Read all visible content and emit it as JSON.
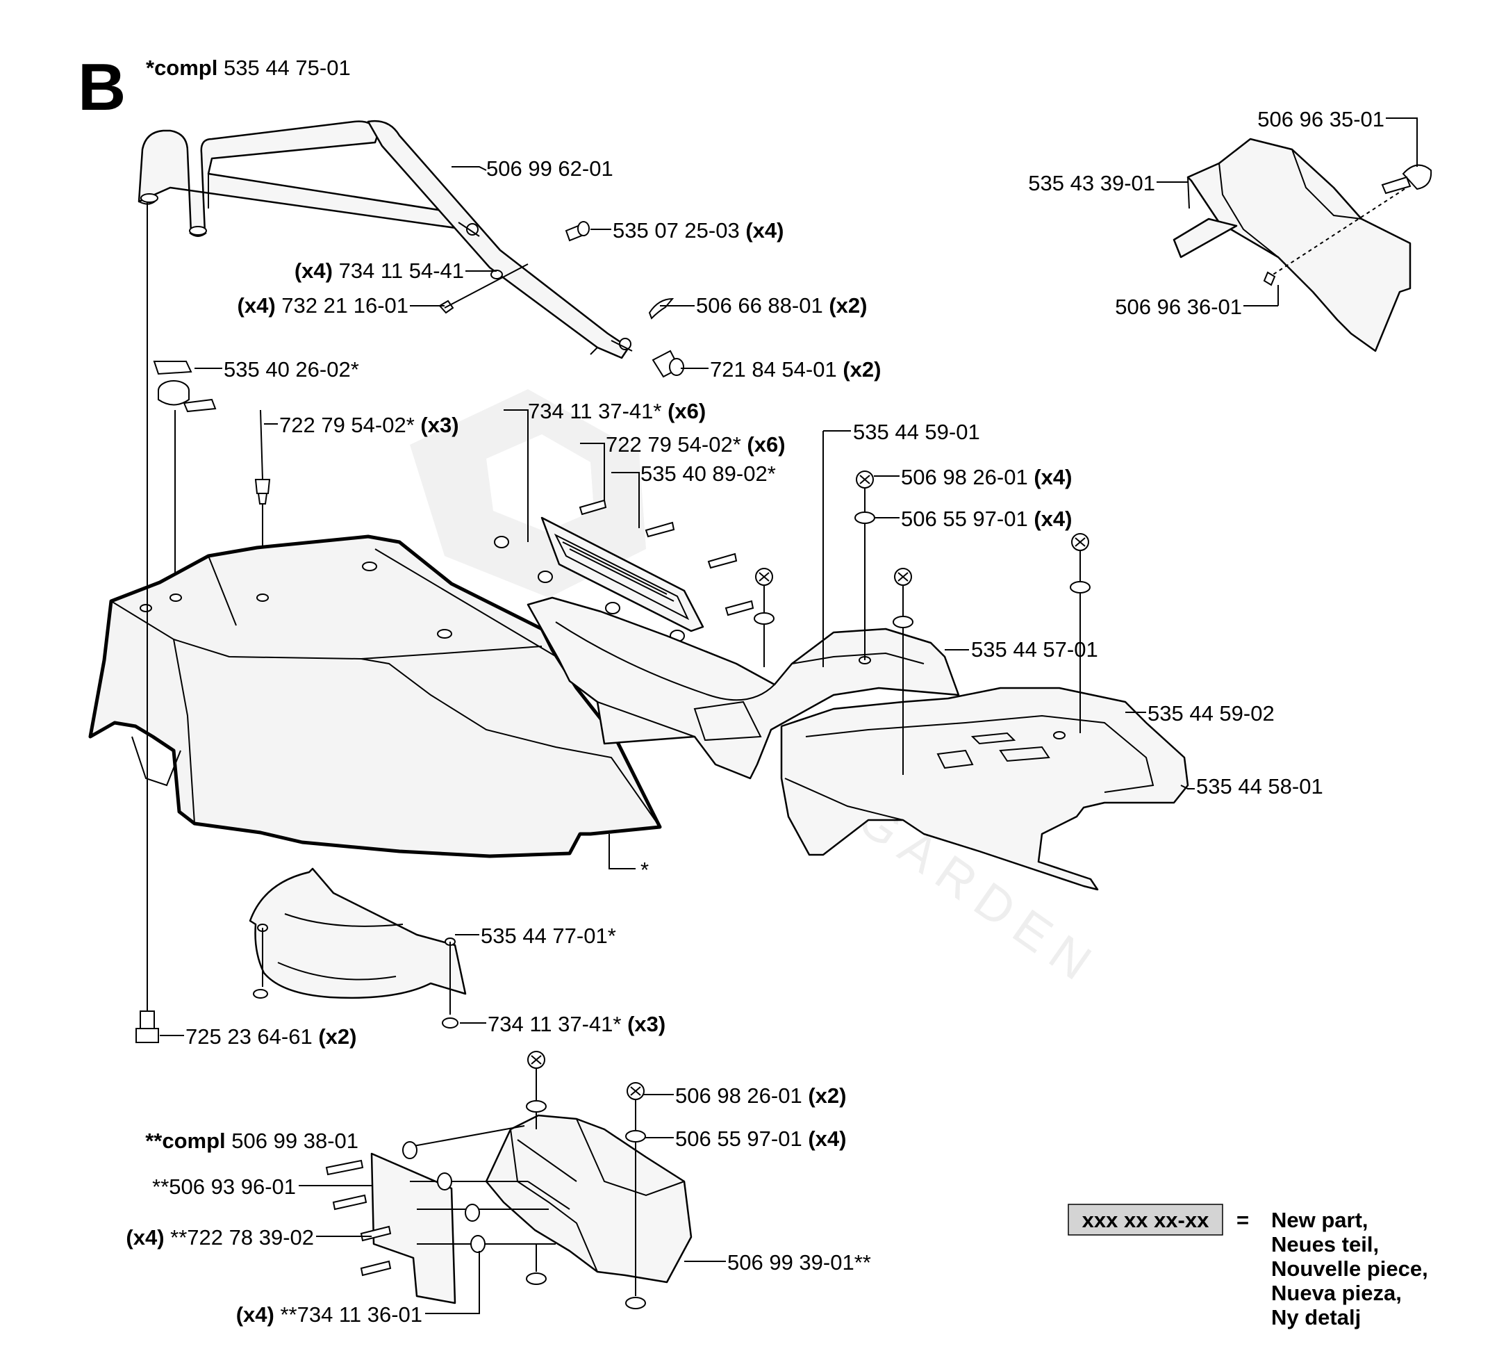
{
  "section_letter": "B",
  "complete_assembly": {
    "prefix": "*compl",
    "number": "535 44 75-01"
  },
  "sub_assembly": {
    "prefix": "**compl",
    "number": "506 99 38-01"
  },
  "callouts": {
    "handle": {
      "number": "506 99 62-01"
    },
    "handle_bolt": {
      "number": "535 07 25-03",
      "qty": "(x4)"
    },
    "washer_handle": {
      "qty": "(x4)",
      "number": "734 11 54-41"
    },
    "nut_handle": {
      "qty": "(x4)",
      "number": "732 21 16-01"
    },
    "clip": {
      "number": "506 66 88-01",
      "qty": "(x2)"
    },
    "pin": {
      "number": "721 84 54-01",
      "qty": "(x2)"
    },
    "knob": {
      "number": "535 40 26-02*"
    },
    "rivet_top": {
      "number": "722 79 54-02*",
      "qty": "(x3)"
    },
    "washer_grille": {
      "number": "734 11 37-41*",
      "qty": "(x6)"
    },
    "rivet_grille": {
      "number": "722 79 54-02*",
      "qty": "(x6)"
    },
    "grille": {
      "number": "535 40 89-02*"
    },
    "seat_frame": {
      "number": "535 44 59-01"
    },
    "screw_top": {
      "number": "506 98 26-01",
      "qty": "(x4)"
    },
    "washer_top": {
      "number": "506 55 97-01",
      "qty": "(x4)"
    },
    "seat_plate": {
      "number": "535 44 57-01"
    },
    "seat_insert": {
      "number": "535 44 59-02"
    },
    "floor_mat": {
      "number": "535 44 58-01"
    },
    "hood_marker": {
      "number": "*"
    },
    "tray": {
      "number": "535 44 77-01*"
    },
    "washer_tray": {
      "number": "734 11 37-41*",
      "qty": "(x3)"
    },
    "bolt_bottom": {
      "number": "725 23 64-61",
      "qty": "(x2)"
    },
    "deflector_pin": {
      "number": "506 96 35-01"
    },
    "deflector": {
      "number": "535 43 39-01"
    },
    "deflector_washer": {
      "number": "506 96 36-01"
    },
    "screw_cover": {
      "number": "506 98 26-01",
      "qty": "(x2)"
    },
    "washer_cover": {
      "number": "506 55 97-01",
      "qty": "(x4)"
    },
    "plate_cover": {
      "number": "**506 93 96-01"
    },
    "rivet_cover": {
      "qty": "(x4)",
      "number": "**722 78 39-02"
    },
    "cover": {
      "number": "506 99 39-01**"
    },
    "washer_cover_small": {
      "qty": "(x4)",
      "number": "**734 11 36-01"
    }
  },
  "legend": {
    "sample": "xxx xx xx-xx",
    "equals": "=",
    "sample_fill": "#d4d4d4",
    "lines": [
      "New part,",
      "Neues teil,",
      "Nouvelle piece,",
      "Nueva pieza,",
      "Ny detalj"
    ]
  },
  "watermark": {
    "text": "GARDEN",
    "color": "#eeeeee"
  }
}
